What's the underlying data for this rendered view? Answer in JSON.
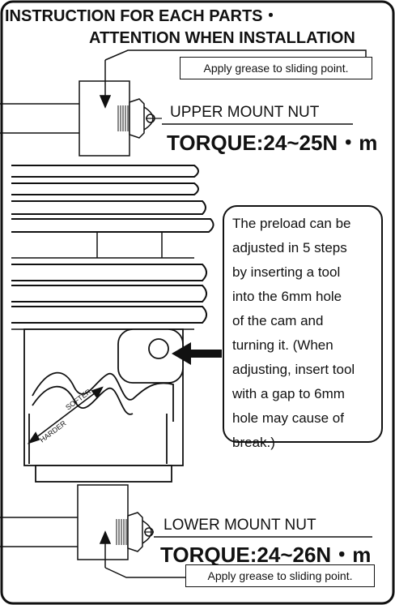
{
  "header": {
    "title_line1": "INSTRUCTION FOR EACH PARTS・",
    "title_line2": "ATTENTION WHEN INSTALLATION"
  },
  "upper": {
    "grease_note": "Apply grease to sliding point.",
    "mount_label": "UPPER MOUNT NUT",
    "torque": "TORQUE:24~25N・m"
  },
  "preload_note": {
    "lines": [
      "The preload can be",
      "adjusted in 5 steps",
      "by inserting a tool",
      "into the 6mm hole",
      "of the cam and",
      "turning it. (When",
      "adjusting, insert tool",
      "with a gap to 6mm",
      "hole may cause of",
      "break.)"
    ]
  },
  "adjuster": {
    "softer_label": "SOFTER",
    "harder_label": "HARDER"
  },
  "lower": {
    "mount_label": "LOWER MOUNT NUT",
    "torque": "TORQUE:24~26N・m",
    "grease_note": "Apply grease to sliding point."
  },
  "colors": {
    "ink": "#111111",
    "background": "#ffffff"
  }
}
